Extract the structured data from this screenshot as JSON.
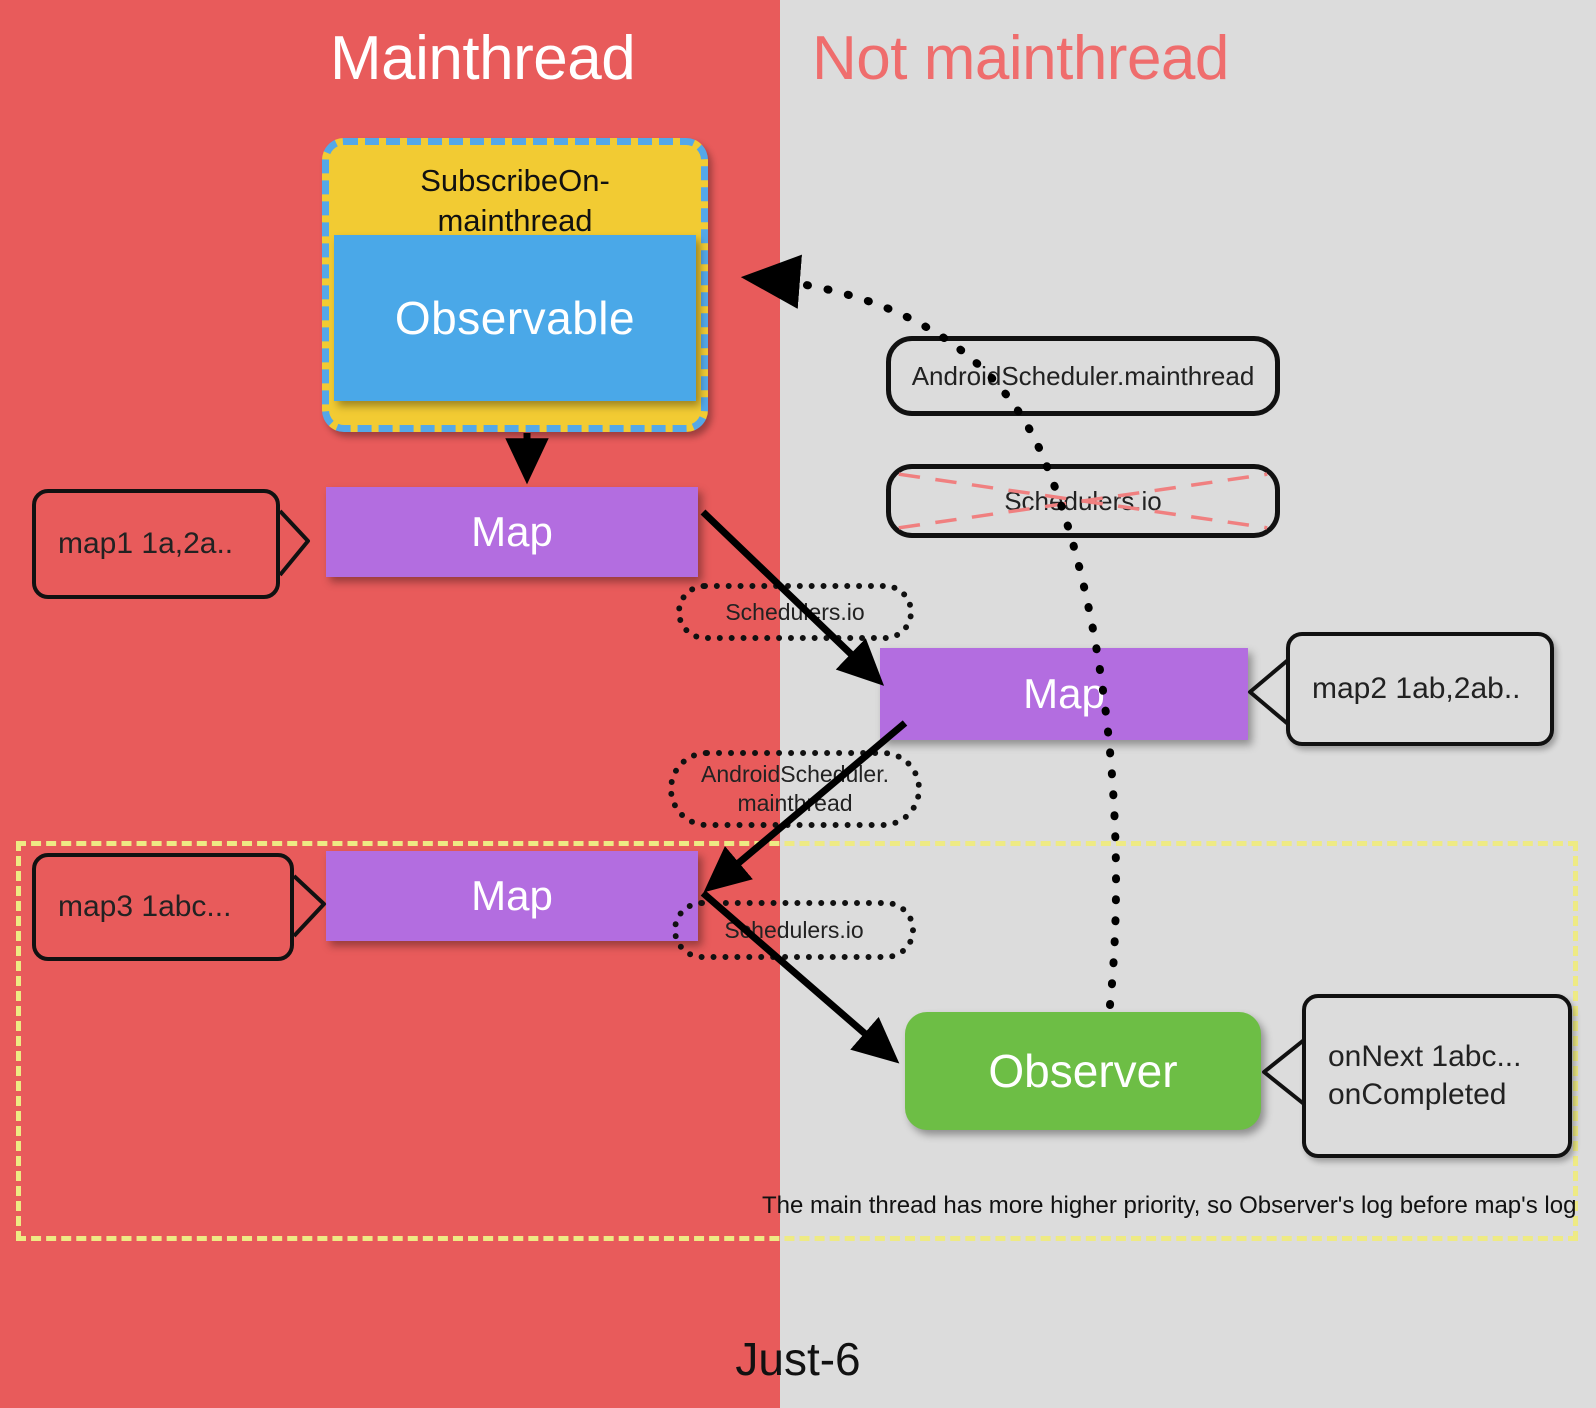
{
  "headings": {
    "left": "Mainthread",
    "right": "Not mainthread"
  },
  "colors": {
    "mainthread_bg": "#e85b5b",
    "not_mainthread_bg": "#dcdcdc",
    "subscribe_fill": "#f2cb33",
    "subscribe_border": "#54a8e8",
    "observable_fill": "#4aa8e8",
    "map_fill": "#b36de0",
    "observer_fill": "#6dbe45",
    "region_border": "#eeea84",
    "crossout": "#f08080",
    "heading_right": "#ef6d6d"
  },
  "subscribe": {
    "label": "SubscribeOn-\nmainthread",
    "label_line1": "SubscribeOn-",
    "label_line2": "mainthread",
    "observable_label": "Observable"
  },
  "schedulers": {
    "mainthread_box": "AndroidScheduler.mainthread",
    "io_box": "Schedulers.io",
    "io_box_disabled": true
  },
  "pills": [
    {
      "name": "schedulers-io-1",
      "label": "Schedulers.io"
    },
    {
      "name": "androidscheduler-mainthread",
      "label_line1": "AndroidScheduler.",
      "label_line2": "mainthread"
    },
    {
      "name": "schedulers-io-2",
      "label": "Schedulers.io"
    }
  ],
  "blocks": {
    "map1": "Map",
    "map2": "Map",
    "map3": "Map",
    "observer": "Observer"
  },
  "callouts": {
    "map1": "map1  1a,2a..",
    "map2": "map2  1ab,2ab..",
    "map3": "map3  1abc...",
    "observer_line1": "onNext  1abc...",
    "observer_line2": "onCompleted"
  },
  "note": "The main thread has more higher priority,  so Observer's log before map's log",
  "caption": "Just-6"
}
